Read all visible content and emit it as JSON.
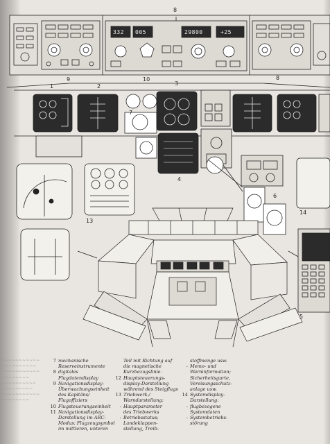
{
  "figure_numbers": {
    "n1": "1",
    "n2": "2",
    "n3": "3",
    "n4": "4",
    "n5": "5",
    "n6": "6",
    "n7": "7",
    "n8": "8",
    "n9": "9",
    "n10": "10",
    "n13": "13",
    "n14": "14",
    "n8b": "8"
  },
  "glareshield_readouts": {
    "speed": "332",
    "heading": "005",
    "altitude": "29800",
    "vspeed": "+25"
  },
  "caption": {
    "col1": [
      {
        "n": "7",
        "lines": [
          "mechanische",
          "Reserveinstrumente"
        ]
      },
      {
        "n": "8",
        "lines": [
          "digitales",
          "Flugdatendisplay"
        ]
      },
      {
        "n": "9",
        "lines": [
          "Navigationsdisplay-",
          "Überwachungseinheit",
          "des Kapitäns/",
          "Flugoffiziers"
        ]
      },
      {
        "n": "10",
        "lines": [
          "Flugsteuerungseinheit"
        ]
      },
      {
        "n": "11",
        "lines": [
          "Navigationsdisplay-",
          "Darstellung im ARC-",
          "Modus: Flugzeugsymbol",
          "im mittleren, unteren"
        ]
      }
    ],
    "col2": [
      {
        "n": "",
        "lines": [
          "Teil mit Richtung auf",
          "die magnetische",
          "Kurzbezugslinie."
        ]
      },
      {
        "n": "12",
        "lines": [
          "Hauptsteuerungs-",
          "display-Darstellung",
          "während des Steigflugs"
        ]
      },
      {
        "n": "13",
        "lines": [
          "Triebwerk-/",
          "Warndarstellung:"
        ]
      },
      {
        "n": "-",
        "sub": [
          "Hauptparameter",
          "des Triebwerks"
        ]
      },
      {
        "n": "-",
        "sub": [
          "Betriebsstatus;",
          "Landeklappen-",
          "stellung, Treib-"
        ]
      }
    ],
    "col3": [
      {
        "n": "",
        "lines": [
          "stoffmenge usw."
        ]
      },
      {
        "n": "-",
        "sub": [
          "Memo- und",
          "Warninformation;",
          "Sicherheitsgurte,",
          "Vereisungsschutz-",
          "anlage usw."
        ]
      },
      {
        "n": "14",
        "lines": [
          "Systemdisplay-",
          "Darstellung:"
        ]
      },
      {
        "n": "-",
        "sub": [
          "flugbezogene",
          "Systemdaten"
        ]
      },
      {
        "n": "-",
        "sub": [
          "Systembetriebs-",
          "störung"
        ]
      }
    ]
  }
}
